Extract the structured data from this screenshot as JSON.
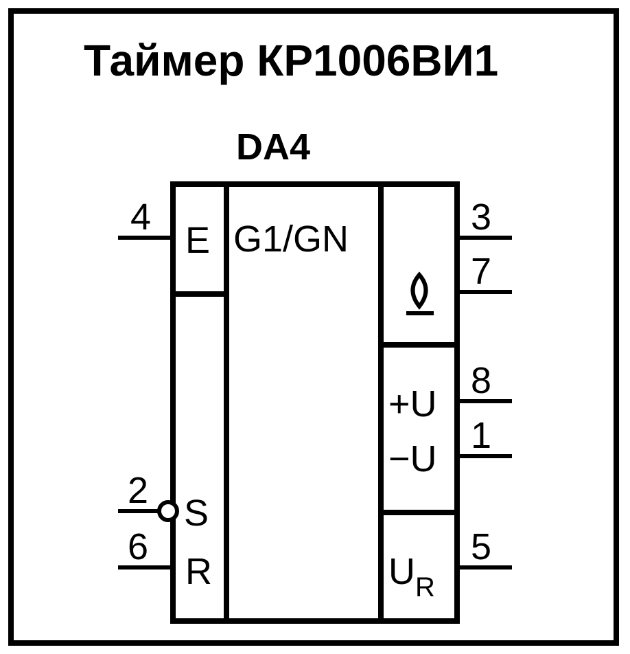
{
  "title": "Таймер КР1006ВИ1",
  "designator": "DA4",
  "chip": {
    "function_label": "G1/GN",
    "enable_label": "E",
    "set_label": "S",
    "reset_label": "R",
    "output_symbol": "output-pulse-symbol",
    "vplus_label": "+U",
    "vminus_label": "−U",
    "vref_label": "U",
    "vref_sub": "R"
  },
  "pins": {
    "enable": "4",
    "out_3": "3",
    "out_7": "7",
    "vplus": "8",
    "vminus": "1",
    "set": "2",
    "reset": "6",
    "vref": "5"
  },
  "colors": {
    "ink": "#000000",
    "paper": "#ffffff"
  }
}
